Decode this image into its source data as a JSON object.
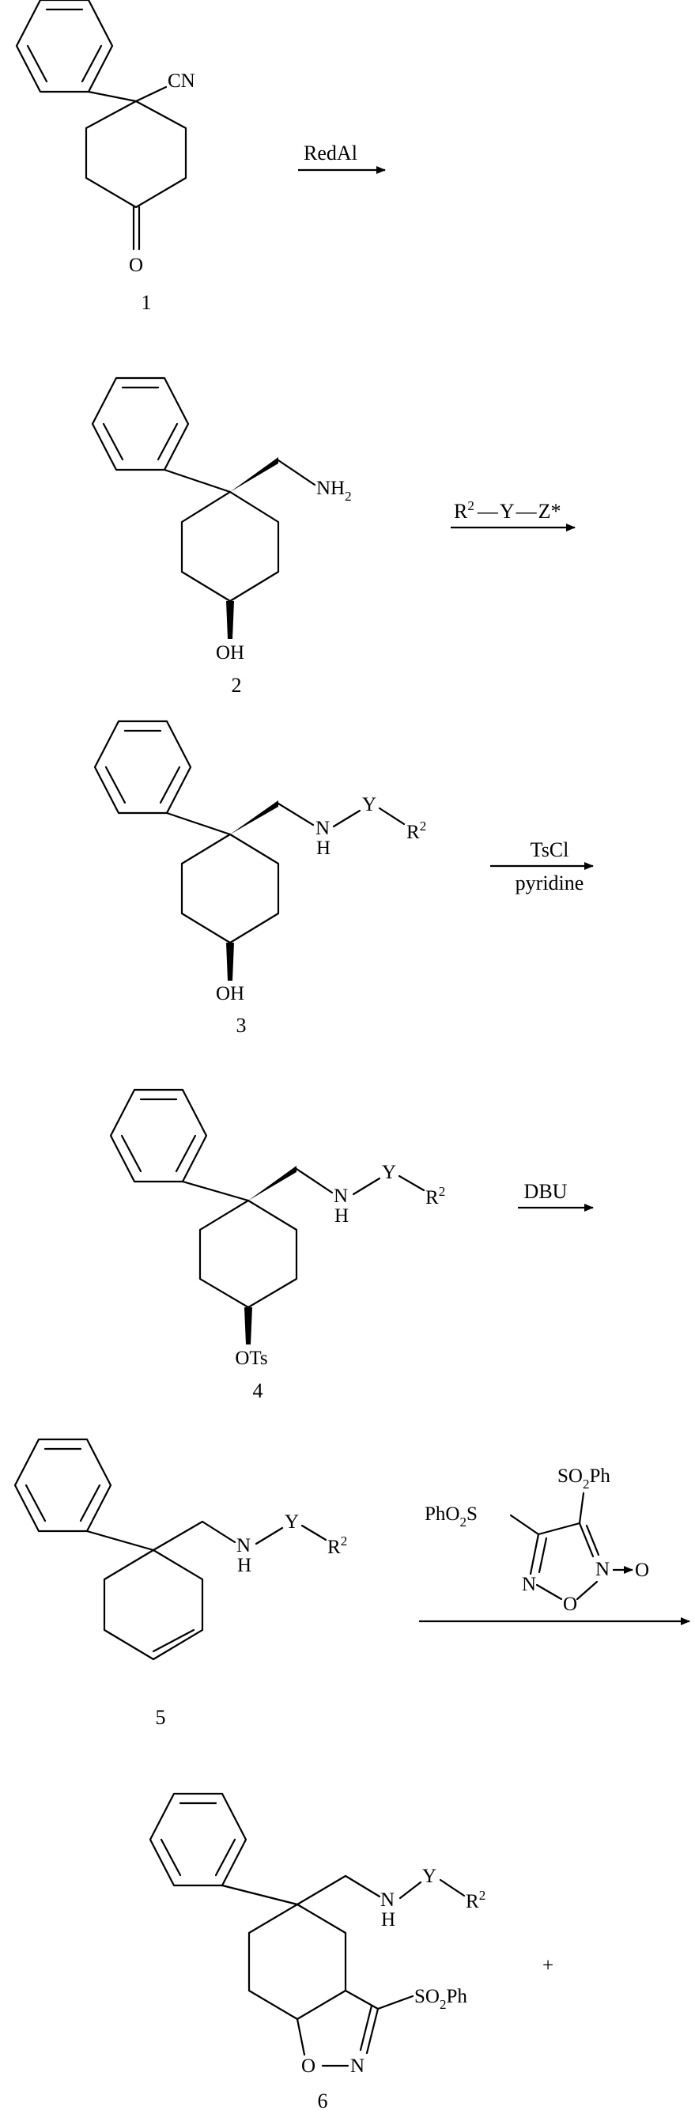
{
  "compounds": [
    {
      "number": "1",
      "labels": {
        "cn": "CN",
        "o": "O"
      }
    },
    {
      "number": "2",
      "labels": {
        "nh2": "NH",
        "nh2_sub": "2",
        "oh": "OH"
      }
    },
    {
      "number": "3",
      "labels": {
        "n": "N",
        "h": "H",
        "y": "Y",
        "r": "R",
        "r_sup": "2",
        "oh": "OH"
      }
    },
    {
      "number": "4",
      "labels": {
        "n": "N",
        "h": "H",
        "y": "Y",
        "r": "R",
        "r_sup": "2",
        "ots": "OTs"
      }
    },
    {
      "number": "5",
      "labels": {
        "n": "N",
        "h": "H",
        "y": "Y",
        "r": "R",
        "r_sup": "2"
      }
    },
    {
      "number": "6",
      "labels": {
        "n": "N",
        "h": "H",
        "y": "Y",
        "r": "R",
        "r_sup": "2",
        "so2": "SO",
        "so2_sub": "2",
        "so2_ph": "Ph",
        "ring_o": "O",
        "ring_n": "N"
      }
    }
  ],
  "steps": [
    {
      "reagent_top": "RedAl",
      "reagent_bottom": ""
    },
    {
      "reagent_top": "R",
      "reagent_top_sup": "2",
      "reagent_top_rest_y": "Y",
      "reagent_top_rest_z": "Z*",
      "reagent_bottom": ""
    },
    {
      "reagent_top": "TsCl",
      "reagent_bottom": "pyridine"
    },
    {
      "reagent_top": "DBU",
      "reagent_bottom": ""
    },
    {
      "reagent_top": "",
      "reagent_bottom": ""
    }
  ],
  "furoxan": {
    "left_group": "PhO",
    "left_sub": "2",
    "left_rest": "S",
    "right_group": "SO",
    "right_sub": "2",
    "right_rest": "Ph",
    "ring_n_left": "N",
    "ring_o": "O",
    "ring_n_right": "N",
    "n_oxide_o": "O"
  },
  "plus": "+"
}
